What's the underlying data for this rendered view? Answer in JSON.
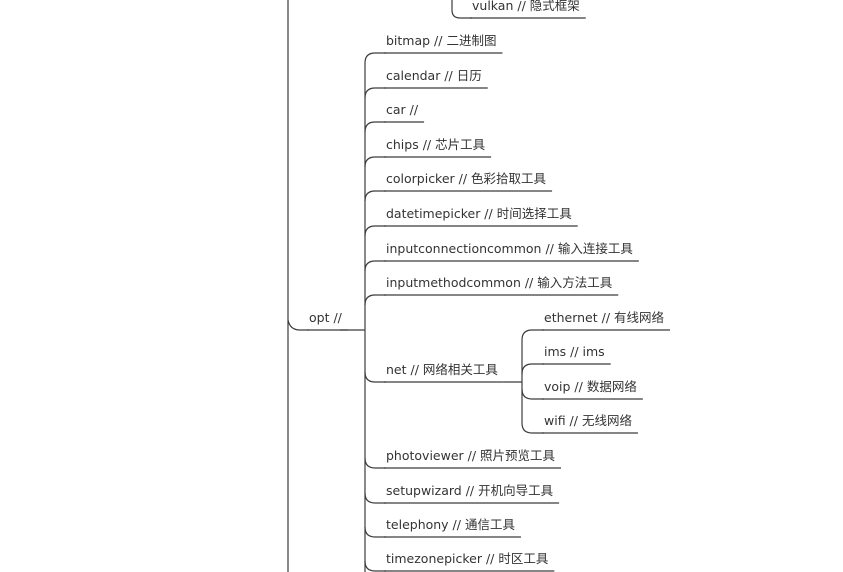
{
  "mindmap": {
    "line_color": "#3c3c3c",
    "text_color": "#333333",
    "background": "#ffffff",
    "parent_node": {
      "label": "opt //"
    },
    "partial_top_node": {
      "label": "vulkan // 隐式框架"
    },
    "children": [
      {
        "label": "bitmap // 二进制图"
      },
      {
        "label": "calendar // 日历"
      },
      {
        "label": "car  //"
      },
      {
        "label": "chips // 芯片工具"
      },
      {
        "label": "colorpicker // 色彩拾取工具"
      },
      {
        "label": "datetimepicker // 时间选择工具"
      },
      {
        "label": "inputconnectioncommon // 输入连接工具"
      },
      {
        "label": "inputmethodcommon // 输入方法工具"
      },
      {
        "label": "net // 网络相关工具",
        "children": [
          {
            "label": "ethernet // 有线网络"
          },
          {
            "label": "ims // ims"
          },
          {
            "label": "voip // 数据网络"
          },
          {
            "label": "wifi // 无线网络"
          }
        ]
      },
      {
        "label": "photoviewer // 照片预览工具"
      },
      {
        "label": "setupwizard // 开机向导工具"
      },
      {
        "label": "telephony // 通信工具"
      },
      {
        "label": "timezonepicker // 时区工具"
      }
    ]
  }
}
